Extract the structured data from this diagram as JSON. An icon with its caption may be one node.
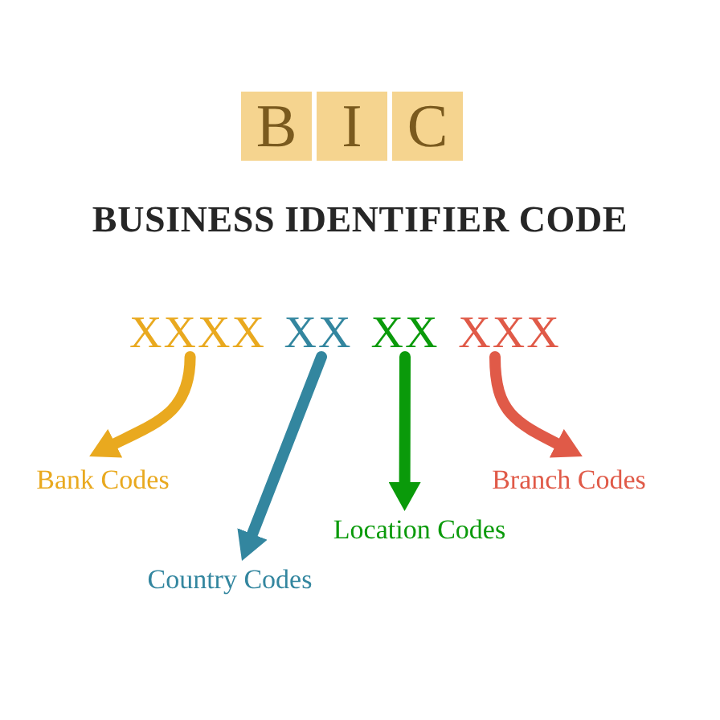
{
  "diagram": {
    "title": "BUSINESS IDENTIFIER CODE",
    "nodes": [
      {
        "text": [
          "B"
        ]
      },
      {
        "text": [
          "I"
        ]
      },
      {
        "text": [
          "C"
        ]
      },
      {
        "text": [
          "XXXX"
        ]
      },
      {
        "text": [
          "XX"
        ]
      },
      {
        "text": [
          "XX"
        ]
      },
      {
        "text": [
          "XXX"
        ]
      },
      {
        "text": [
          "Bank Codes"
        ]
      },
      {
        "text": [
          "Country Codes"
        ]
      },
      {
        "text": [
          "Location Codes"
        ]
      },
      {
        "text": [
          "Branch Codes"
        ]
      }
    ],
    "edges": [
      {
        "from": 3,
        "to": 7,
        "arrow": "to",
        "color": "#e9a91f"
      },
      {
        "from": 4,
        "to": 8,
        "arrow": "to",
        "color": "#33869f"
      },
      {
        "from": 5,
        "to": 9,
        "arrow": "to",
        "color": "#0a9a0a"
      },
      {
        "from": 6,
        "to": 10,
        "arrow": "to",
        "color": "#e05a48"
      }
    ]
  }
}
